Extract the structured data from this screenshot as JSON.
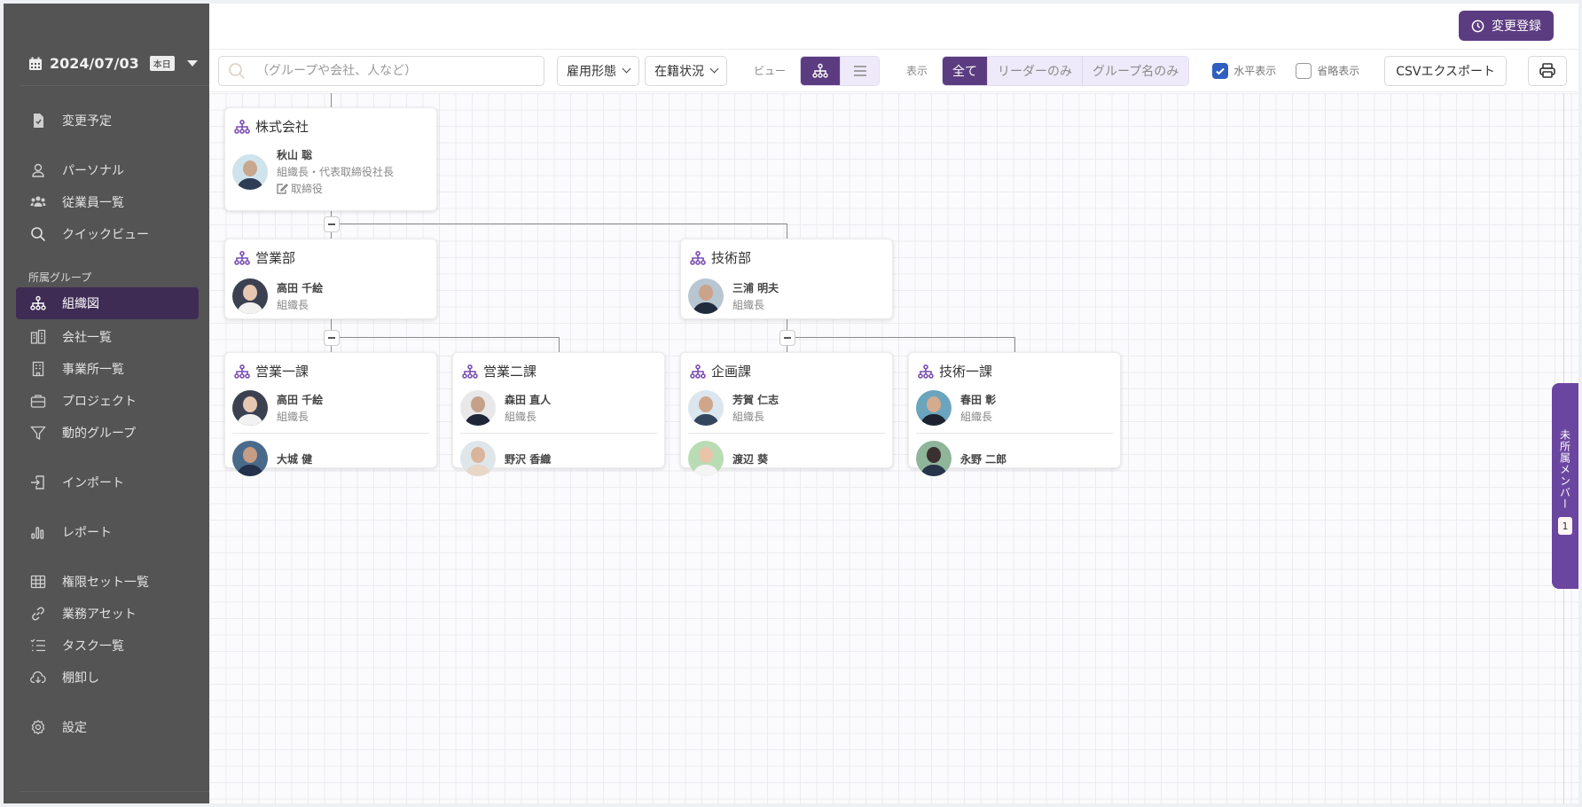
{
  "sidebar": {
    "date": "2024/07/03",
    "today_badge": "本日",
    "items": [
      {
        "label": "変更予定",
        "icon": "document-check-icon"
      },
      {
        "label": "パーソナル",
        "icon": "user-icon"
      },
      {
        "label": "従業員一覧",
        "icon": "users-icon"
      },
      {
        "label": "クイックビュー",
        "icon": "search-icon"
      },
      {
        "label": "組織図",
        "icon": "org-chart-icon",
        "active": true
      },
      {
        "label": "会社一覧",
        "icon": "buildings-icon"
      },
      {
        "label": "事業所一覧",
        "icon": "office-building-icon"
      },
      {
        "label": "プロジェクト",
        "icon": "briefcase-icon"
      },
      {
        "label": "動的グループ",
        "icon": "filter-icon"
      },
      {
        "label": "インポート",
        "icon": "import-icon"
      },
      {
        "label": "レポート",
        "icon": "bar-chart-icon"
      },
      {
        "label": "権限セット一覧",
        "icon": "grid-icon"
      },
      {
        "label": "業務アセット",
        "icon": "link-icon"
      },
      {
        "label": "タスク一覧",
        "icon": "checklist-icon"
      },
      {
        "label": "棚卸し",
        "icon": "cloud-download-icon"
      },
      {
        "label": "設定",
        "icon": "gear-icon"
      }
    ],
    "section_label": "所属グループ"
  },
  "header": {
    "register_label": "変更登録"
  },
  "toolbar": {
    "search_placeholder": "（グループや会社、人など）",
    "filter_employment": "雇用形態",
    "filter_status": "在籍状況",
    "view_label": "ビュー",
    "display_label": "表示",
    "display_options": [
      "全て",
      "リーダーのみ",
      "グループ名のみ"
    ],
    "display_selected": "全て",
    "horizontal_label": "水平表示",
    "horizontal_checked": true,
    "compact_label": "省略表示",
    "compact_checked": false,
    "csv_label": "CSVエクスポート"
  },
  "org": {
    "root": {
      "name": "株式会社",
      "members": [
        {
          "name": "秋山 聡",
          "role": "組織長・代表取締役社長",
          "extra": "取締役"
        }
      ]
    },
    "sales": {
      "name": "営業部",
      "members": [
        {
          "name": "高田 千絵",
          "role": "組織長"
        }
      ]
    },
    "tech": {
      "name": "技術部",
      "members": [
        {
          "name": "三浦 明夫",
          "role": "組織長"
        }
      ]
    },
    "sales1": {
      "name": "営業一課",
      "members": [
        {
          "name": "高田 千絵",
          "role": "組織長"
        },
        {
          "name": "大城 健"
        }
      ]
    },
    "sales2": {
      "name": "営業二課",
      "members": [
        {
          "name": "森田 直人",
          "role": "組織長"
        },
        {
          "name": "野沢 香織"
        }
      ]
    },
    "planning": {
      "name": "企画課",
      "members": [
        {
          "name": "芳賀 仁志",
          "role": "組織長"
        },
        {
          "name": "渡辺 葵"
        }
      ]
    },
    "tech1": {
      "name": "技術一課",
      "members": [
        {
          "name": "春田 彰",
          "role": "組織長"
        },
        {
          "name": "永野 二郎"
        }
      ]
    }
  },
  "unassigned": {
    "label": "未所属メンバー",
    "count": "1"
  },
  "colors": {
    "accent": "#5c3c81",
    "sidebar_bg": "#545454",
    "sidebar_active": "#3f2c55",
    "checkbox": "#2f5fbf",
    "org_icon": "#7a4fb3"
  }
}
